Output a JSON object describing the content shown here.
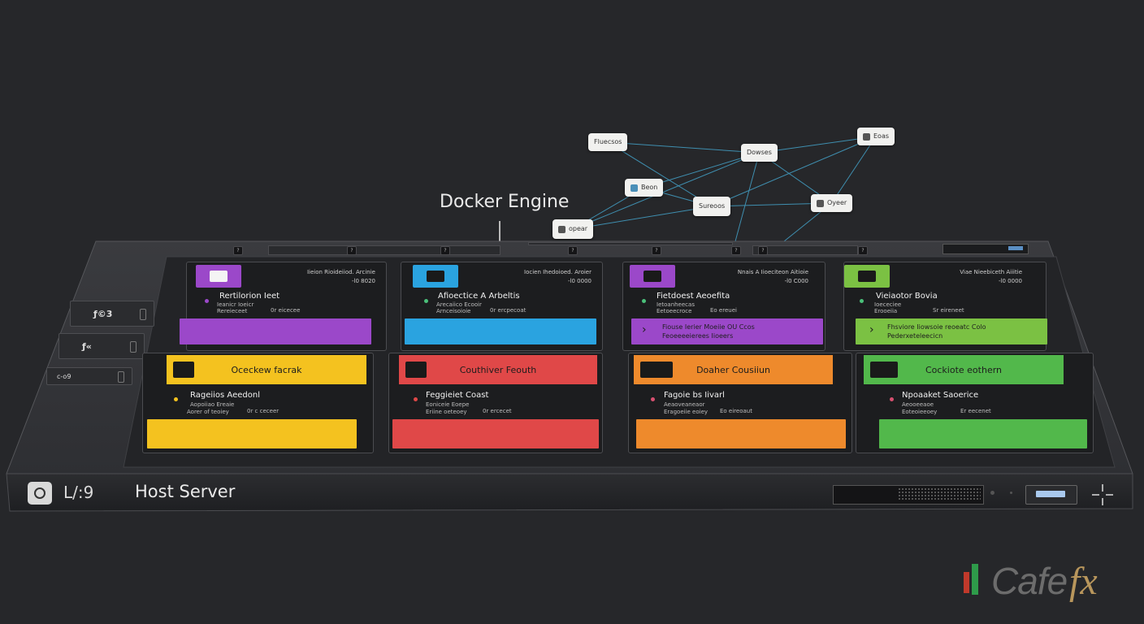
{
  "network": {
    "nodes": [
      {
        "id": "n1",
        "label": "Fluecsos",
        "icon": "none"
      },
      {
        "id": "n2",
        "label": "Dowses",
        "icon": "none"
      },
      {
        "id": "n3",
        "label": "Eoas",
        "icon": "terminal-icon"
      },
      {
        "id": "n4",
        "label": "Beon",
        "icon": "box-icon"
      },
      {
        "id": "n5",
        "label": "Sureoos",
        "icon": "none"
      },
      {
        "id": "n6",
        "label": "Oyeer",
        "icon": "database-icon"
      },
      {
        "id": "n7",
        "label": "opear",
        "icon": "cube-icon"
      }
    ],
    "edges": [
      [
        "n1",
        "n2"
      ],
      [
        "n1",
        "n5"
      ],
      [
        "n4",
        "n5"
      ],
      [
        "n4",
        "n2"
      ],
      [
        "n2",
        "n3"
      ],
      [
        "n2",
        "n6"
      ],
      [
        "n5",
        "n6"
      ],
      [
        "n5",
        "n3"
      ],
      [
        "n6",
        "n3"
      ],
      [
        "n7",
        "n5"
      ],
      [
        "n7",
        "n2"
      ],
      [
        "n4",
        "n7"
      ]
    ]
  },
  "engine": {
    "label": "Docker Engine"
  },
  "top_slots": [
    "?",
    "?",
    "?",
    "?",
    "?",
    "?",
    "?",
    "?"
  ],
  "side_buttons": [
    {
      "label": "ƒ©3",
      "icon": "server-icon"
    },
    {
      "label": "ƒ«",
      "icon": "lock-icon"
    },
    {
      "label": "c-o9",
      "icon": "none"
    }
  ],
  "cards_top": [
    {
      "meta1": "Iieion Rioideiiod. Arcinie",
      "meta2": "-l0 8020",
      "title": "Rertilorion Ieet",
      "sub1": "Ieanicr Ioeicr",
      "sub2": "Rereieceet",
      "sub3": "0r eicecee",
      "color": "#9b48c9",
      "icon_color": "#9b48c9",
      "icon": "document-icon",
      "bar_lines": [],
      "chevron": false
    },
    {
      "meta1": "Iocien Ihedoioed. Aroier",
      "meta2": "-l0 0000",
      "title": "Afioectice A Arbeltis",
      "sub1": "Arecaiico Ecooir",
      "sub2": "Arnceisoioie",
      "sub3": "0r ercpecoat",
      "color": "#2aa3e0",
      "icon_color": "#2aa3e0",
      "icon": "terminal-icon",
      "bar_lines": [],
      "chevron": false
    },
    {
      "meta1": "Nnais A Iioeciteon Aitioie",
      "meta2": "-l0 C000",
      "title": "Fietdoest Aeoefita",
      "sub1": "Ietoanheecas",
      "sub2": "Eetoeecroce",
      "sub3": "Eo ereuei",
      "color": "#9b48c9",
      "icon_color": "#9b48c9",
      "icon": "gears-icon",
      "bar_lines": [
        "Fiouse Ierier Moeiie OU Ccos",
        "Feoeeeeierees Iioeers"
      ],
      "chevron": true
    },
    {
      "meta1": "Viae Nieebiceth Aiiitie",
      "meta2": "-l0 0000",
      "title": "Vieiaotor Bovia",
      "sub1": "Ioececiee",
      "sub2": "Erooeiia",
      "sub3": "Sr eireneet",
      "color": "#7bc143",
      "icon_color": "#7bc143",
      "icon": "cloud-icon",
      "bar_lines": [
        "Fhsviore Iiowsoie reoeatc Colo",
        "Pederxeteleecicn"
      ],
      "chevron": true
    }
  ],
  "cards_bottom": [
    {
      "header": "Oceckew facrak",
      "title": "Rageiios Aeedonl",
      "sub1": "Aopoiiao Ereaie",
      "sub2": "Aorer of teoiey",
      "sub3": "0r c ceceer",
      "color": "#f4c21f",
      "dot": "#f4c21f"
    },
    {
      "header": "Couthiver Feouth",
      "title": "Feggieiet Coast",
      "sub1": "Eoniceie Eoepe",
      "sub2": "Eriine oeteoey",
      "sub3": "0r ercecet",
      "color": "#e04848",
      "dot": "#e04848"
    },
    {
      "header": "Doaher Cousiiun",
      "title": "Fagoie bs Iivarl",
      "sub1": "Aeaoveaneaor",
      "sub2": "Eragoeiie eoiey",
      "sub3": "Eo eireoaut",
      "color": "#ee8a2c",
      "dot": "#ee8a2c"
    },
    {
      "header": "Cockiote eothern",
      "title": "Npoaaket Saoerice",
      "sub1": "Aeooeeaoe",
      "sub2": "Eoteoieeoey",
      "sub3": "Er eecenet",
      "color": "#52b84b",
      "dot": "#52b84b"
    }
  ],
  "host": {
    "code": "L/:9",
    "label": "Host Server",
    "icon": "camera-icon"
  },
  "watermark": {
    "text": "Cafe",
    "accent": "fx"
  }
}
